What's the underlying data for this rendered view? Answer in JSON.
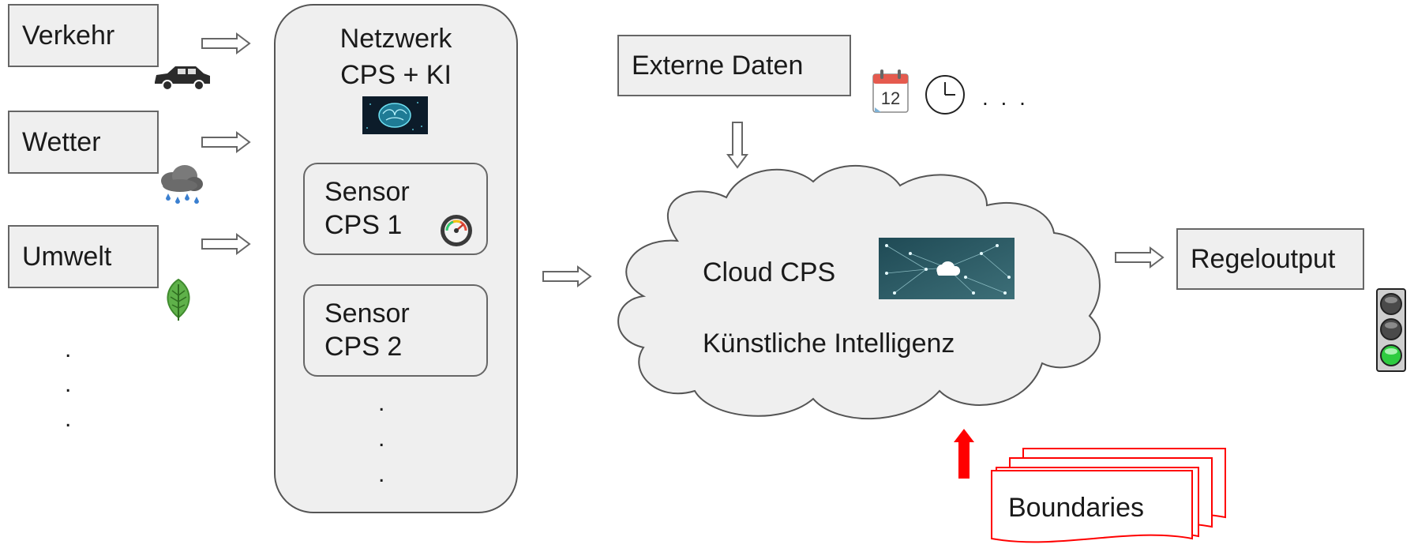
{
  "inputs": [
    {
      "label": "Verkehr",
      "icon": "car-icon"
    },
    {
      "label": "Wetter",
      "icon": "rain-cloud-icon"
    },
    {
      "label": "Umwelt",
      "icon": "leaf-icon"
    }
  ],
  "inputs_ellipsis": [
    ".",
    ".",
    "."
  ],
  "network": {
    "title_line1": "Netzwerk",
    "title_line2": "CPS + KI",
    "icon": "brain-icon",
    "sensors": [
      {
        "line1": "Sensor",
        "line2": "CPS 1",
        "icon": "gauge-icon"
      },
      {
        "line1": "Sensor",
        "line2": "CPS 2"
      }
    ],
    "ellipsis": [
      ".",
      ".",
      "."
    ]
  },
  "external": {
    "label": "Externe Daten",
    "icons": [
      "calendar-icon",
      "clock-icon"
    ],
    "calendar_day": "12",
    "ellipsis": ". . ."
  },
  "cloud": {
    "title": "Cloud CPS",
    "subtitle": "Künstliche Intelligenz",
    "icon": "network-cloud-icon"
  },
  "output": {
    "label": "Regeloutput",
    "icon": "traffic-light-icon"
  },
  "boundaries": {
    "label": "Boundaries"
  },
  "colors": {
    "box_fill": "#efefef",
    "border": "#666666",
    "accent_red": "#ff0000",
    "green_light": "#2ecc40"
  }
}
